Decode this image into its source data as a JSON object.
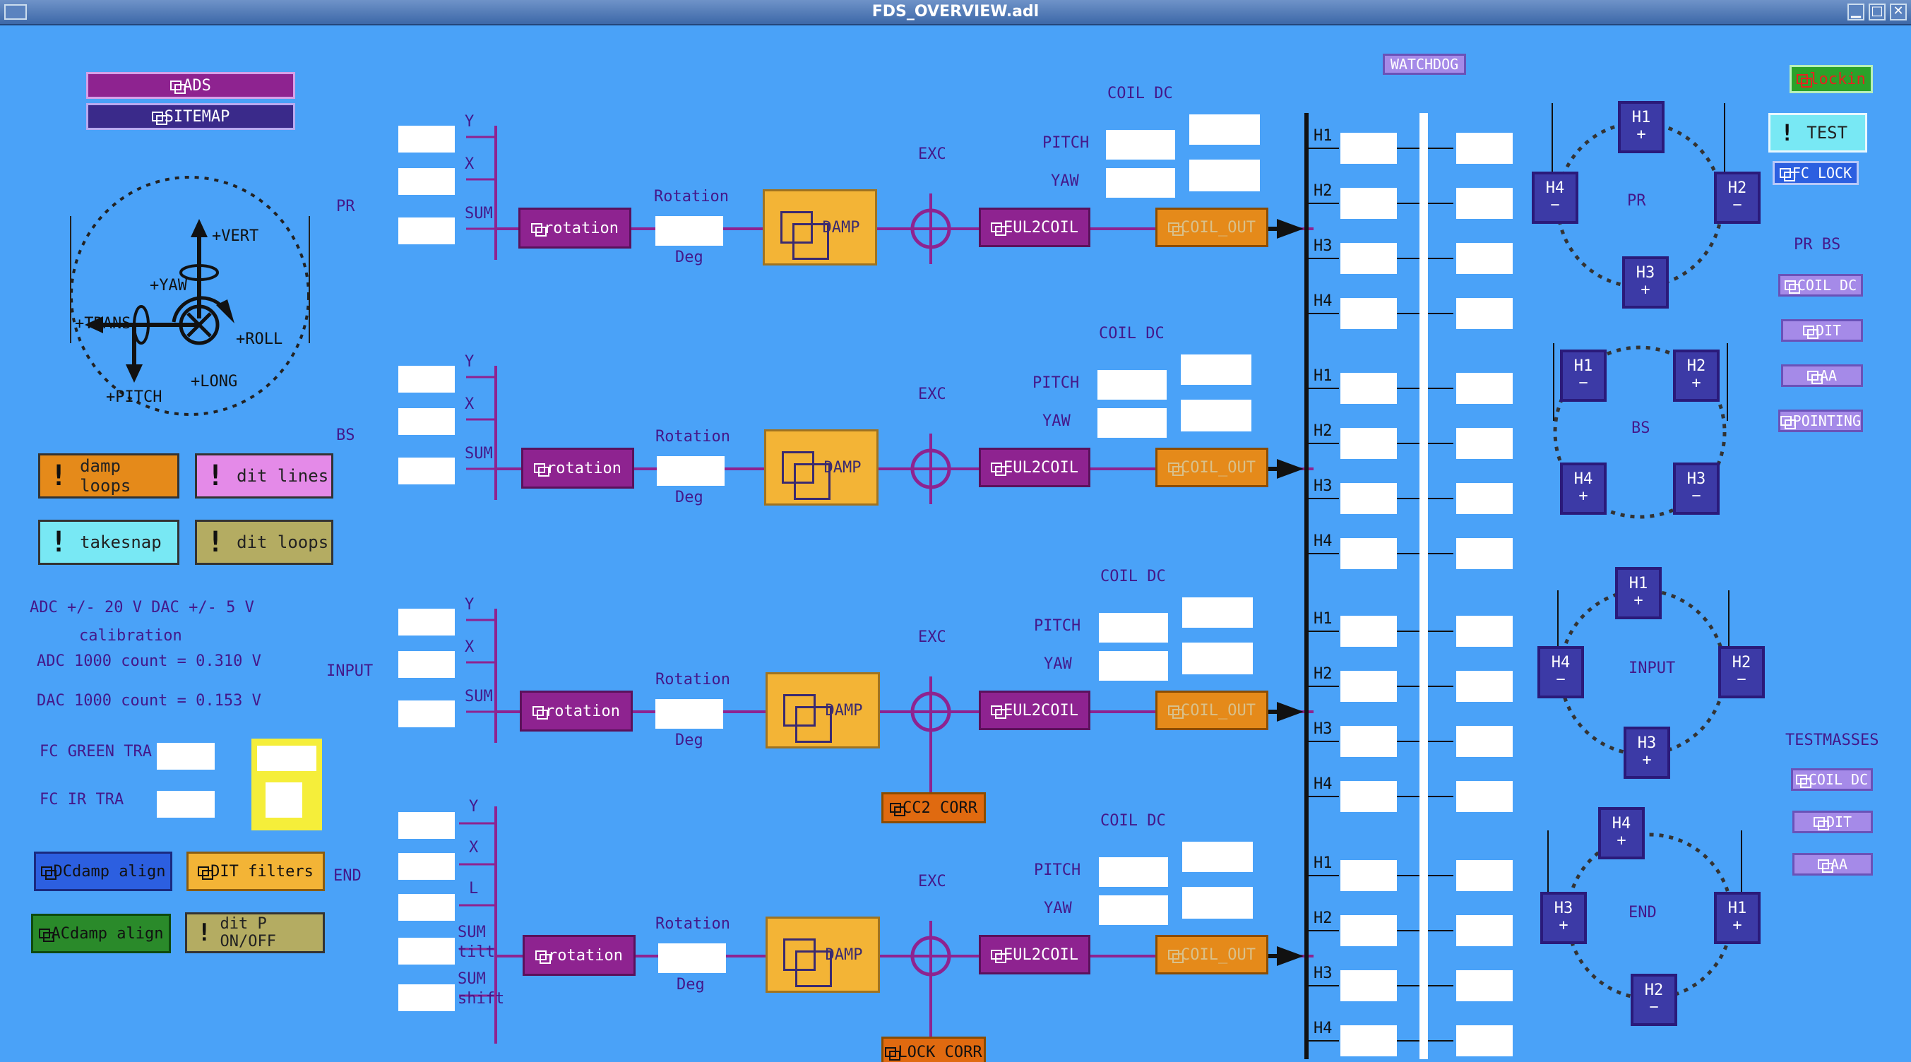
{
  "window": {
    "title": "FDS_OVERVIEW.adl",
    "buttons": [
      "▁",
      "□",
      "✕"
    ]
  },
  "nav": {
    "ads": "ADS",
    "sitemap": "SITEMAP",
    "lockin": "lockin",
    "test": "TEST",
    "fc_lock": "FC LOCK",
    "watchdog": "WATCHDOG"
  },
  "compass": {
    "vert": "+VERT",
    "yaw": "+YAW",
    "trans": "+TRANS",
    "roll": "+ROLL",
    "pitch": "+PITCH",
    "long": "+LONG"
  },
  "buttons": {
    "damp_loops": "damp loops",
    "dit_lines": "dit lines",
    "takesnap": "takesnap",
    "dit_loops": "dit loops",
    "dcdamp": "DCdamp align",
    "dit_filters": "DIT filters",
    "acdamp": "ACdamp align",
    "dit_p": "dit P ON/OFF"
  },
  "info": {
    "range": "ADC +/- 20 V  DAC +/- 5 V",
    "calibration": "calibration",
    "adc": "ADC 1000 count = 0.310 V",
    "dac": "DAC 1000 count = 0.153 V",
    "fc_green": "FC GREEN TRA",
    "fc_ir": "FC IR TRA"
  },
  "chains": [
    {
      "name": "PR",
      "inputs": [
        "Y",
        "X",
        "SUM"
      ],
      "rotation": "rotation",
      "rot_label": "Rotation",
      "deg": "Deg",
      "damp": "DAMP",
      "exc": "EXC",
      "eul": "EUL2COIL",
      "coil_out": "COIL_OUT",
      "coil_dc": "COIL DC",
      "pitch": "PITCH",
      "yaw": "YAW",
      "h": [
        "H1",
        "H2",
        "H3",
        "H4"
      ]
    },
    {
      "name": "BS",
      "inputs": [
        "Y",
        "X",
        "SUM"
      ],
      "rotation": "rotation",
      "rot_label": "Rotation",
      "deg": "Deg",
      "damp": "DAMP",
      "exc": "EXC",
      "eul": "EUL2COIL",
      "coil_out": "COIL_OUT",
      "coil_dc": "COIL DC",
      "pitch": "PITCH",
      "yaw": "YAW",
      "h": [
        "H1",
        "H2",
        "H3",
        "H4"
      ]
    },
    {
      "name": "INPUT",
      "inputs": [
        "Y",
        "X",
        "SUM"
      ],
      "rotation": "rotation",
      "rot_label": "Rotation",
      "deg": "Deg",
      "damp": "DAMP",
      "exc": "EXC",
      "eul": "EUL2COIL",
      "coil_out": "COIL_OUT",
      "coil_dc": "COIL DC",
      "pitch": "PITCH",
      "yaw": "YAW",
      "h": [
        "H1",
        "H2",
        "H3",
        "H4"
      ],
      "corr": "CC2 CORR"
    },
    {
      "name": "END",
      "inputs": [
        "Y",
        "X",
        "L",
        "SUM",
        "tilt",
        "SUM",
        "shift"
      ],
      "rotation": "rotation",
      "rot_label": "Rotation",
      "deg": "Deg",
      "damp": "DAMP",
      "exc": "EXC",
      "eul": "EUL2COIL",
      "coil_out": "COIL_OUT",
      "coil_dc": "COIL DC",
      "pitch": "PITCH",
      "yaw": "YAW",
      "h": [
        "H1",
        "H2",
        "H3",
        "H4"
      ],
      "corr": "LOCK CORR"
    }
  ],
  "magnets": {
    "pr": {
      "label": "PR",
      "m": [
        [
          "H1",
          "+"
        ],
        [
          "H2",
          "−"
        ],
        [
          "H3",
          "+"
        ],
        [
          "H4",
          "−"
        ]
      ]
    },
    "bs": {
      "label": "BS",
      "m": [
        [
          "H1",
          "−"
        ],
        [
          "H2",
          "+"
        ],
        [
          "H3",
          "−"
        ],
        [
          "H4",
          "+"
        ]
      ]
    },
    "input": {
      "label": "INPUT",
      "m": [
        [
          "H1",
          "+"
        ],
        [
          "H2",
          "−"
        ],
        [
          "H3",
          "+"
        ],
        [
          "H4",
          "−"
        ]
      ]
    },
    "end": {
      "label": "END",
      "m": [
        [
          "H4",
          "+"
        ],
        [
          "H1",
          "+"
        ],
        [
          "H2",
          "−"
        ],
        [
          "H3",
          "+"
        ]
      ]
    }
  },
  "side": {
    "pr_bs": "PR BS",
    "coil_dc": "COIL DC",
    "dit": "DIT",
    "aa": "AA",
    "pointing": "POINTING",
    "testmasses": "TESTMASSES"
  },
  "colors": {
    "background": "#4aa2f8",
    "wire": "#8e2390",
    "text": "#44188a"
  }
}
